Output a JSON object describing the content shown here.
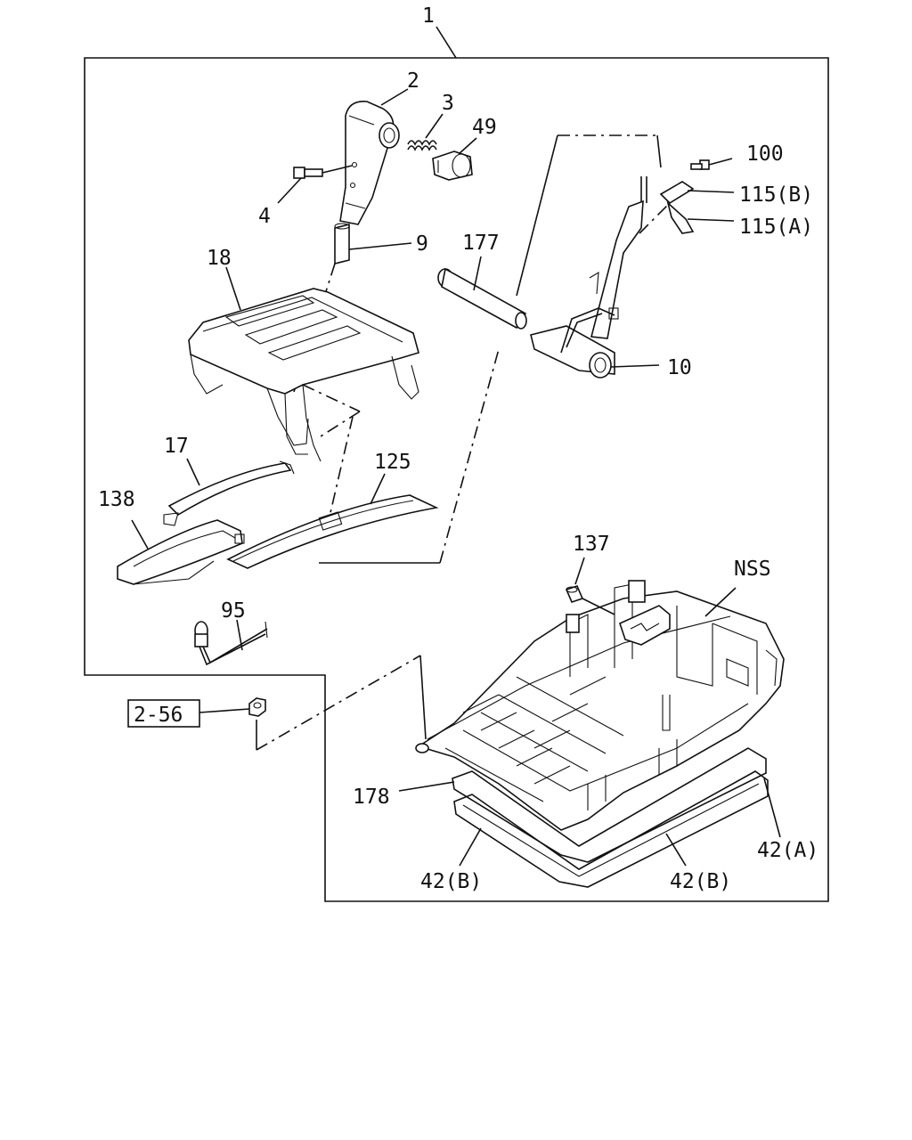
{
  "diagram": {
    "labels": {
      "l1": "1",
      "l2": "2",
      "l3": "3",
      "l49": "49",
      "l4": "4",
      "l9": "9",
      "l18": "18",
      "l177": "177",
      "l100": "100",
      "l115b": "115(B)",
      "l115a": "115(A)",
      "l10": "10",
      "l17": "17",
      "l125": "125",
      "l138": "138",
      "l95": "95",
      "l137": "137",
      "lnss": "NSS",
      "lref": "2-56",
      "l178": "178",
      "l42a": "42(A)",
      "l42b_left": "42(B)",
      "l42b_right": "42(B)"
    },
    "reference_box_label": "2-56",
    "color": "#111111"
  }
}
